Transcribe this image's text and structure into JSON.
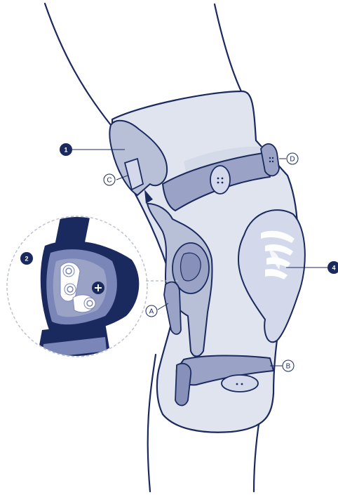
{
  "callouts": {
    "numbered": [
      {
        "id": "1",
        "label": "1"
      },
      {
        "id": "2",
        "label": "2"
      },
      {
        "id": "4",
        "label": "4"
      }
    ],
    "lettered": [
      {
        "id": "A",
        "label": "A"
      },
      {
        "id": "B",
        "label": "B"
      },
      {
        "id": "C",
        "label": "C"
      },
      {
        "id": "D",
        "label": "D"
      }
    ]
  },
  "colors": {
    "outline": "#1b2a5e",
    "brace_light": "#dfe4ef",
    "brace_mid": "#b8c0d8",
    "strap": "#9aa3c6",
    "strap_dark": "#8790b8",
    "hinge_dark": "#1b2a5e",
    "hinge_blue": "#7b86b8",
    "background": "#ffffff",
    "dash": "#b8bfd0"
  },
  "icons": [
    "knee-brace-illustration",
    "hinge-detail-magnifier",
    "patella-pad",
    "velcro-button"
  ]
}
